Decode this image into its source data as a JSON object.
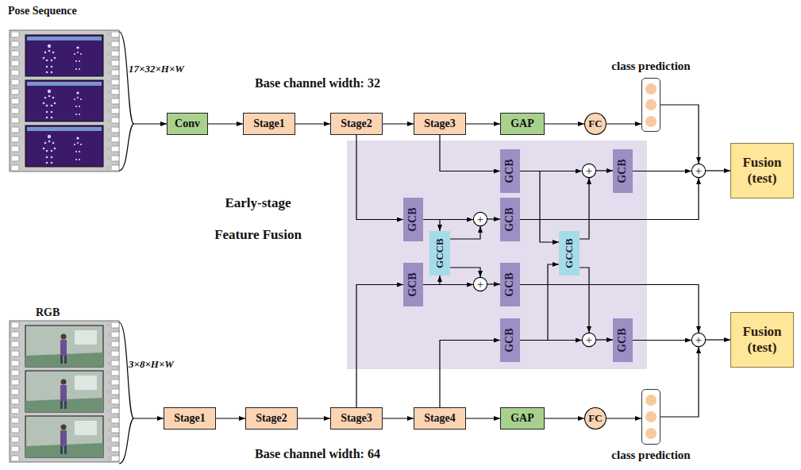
{
  "diagram": {
    "nodes": [
      {
        "text": [
          "Conv"
        ]
      },
      {
        "text": [
          "Stage1"
        ]
      },
      {
        "text": [
          "Stage2"
        ]
      },
      {
        "text": [
          "Stage3"
        ]
      },
      {
        "text": [
          "GAP"
        ]
      },
      {
        "text": [
          "FC"
        ]
      },
      {
        "text": [
          "class prediction"
        ]
      },
      {
        "text": [
          "GCB"
        ]
      },
      {
        "text": [
          "+"
        ]
      },
      {
        "text": [
          "GCB"
        ]
      },
      {
        "text": [
          "GCB"
        ]
      },
      {
        "text": [
          "+"
        ]
      },
      {
        "text": [
          "GCB"
        ]
      },
      {
        "text": [
          "GCCB"
        ]
      },
      {
        "text": [
          "GCCB"
        ]
      },
      {
        "text": [
          "GCB"
        ]
      },
      {
        "text": [
          "+"
        ]
      },
      {
        "text": [
          "GCB"
        ]
      },
      {
        "text": [
          "GCB"
        ]
      },
      {
        "text": [
          "+"
        ]
      },
      {
        "text": [
          "GCB"
        ]
      },
      {
        "text": [
          "+"
        ]
      },
      {
        "text": [
          "Fusion (test)"
        ]
      },
      {
        "text": [
          "+"
        ]
      },
      {
        "text": [
          "Fusion (test)"
        ]
      },
      {
        "text": [
          "Stage1"
        ]
      },
      {
        "text": [
          "Stage2"
        ]
      },
      {
        "text": [
          "Stage3"
        ]
      },
      {
        "text": [
          "Stage4"
        ]
      },
      {
        "text": [
          "GAP"
        ]
      },
      {
        "text": [
          "FC"
        ]
      },
      {
        "text": [
          "class prediction"
        ]
      }
    ],
    "edges": [
      {
        "from": 0,
        "to": 1,
        "arrow": "to"
      },
      {
        "from": 1,
        "to": 2,
        "arrow": "to"
      },
      {
        "from": 2,
        "to": 3,
        "arrow": "to"
      },
      {
        "from": 3,
        "to": 4,
        "arrow": "to"
      },
      {
        "from": 4,
        "to": 5,
        "arrow": "to"
      },
      {
        "from": 5,
        "to": 6,
        "arrow": "to"
      },
      {
        "from": 6,
        "to": 21,
        "arrow": "to"
      },
      {
        "from": 21,
        "to": 22,
        "arrow": "to"
      },
      {
        "from": 2,
        "to": 10,
        "arrow": "to"
      },
      {
        "from": 3,
        "to": 7,
        "arrow": "to"
      },
      {
        "from": 7,
        "to": 8,
        "arrow": "to"
      },
      {
        "from": 8,
        "to": 9,
        "arrow": "to"
      },
      {
        "from": 9,
        "to": 21,
        "arrow": "to"
      },
      {
        "from": 7,
        "to": 14,
        "arrow": "to"
      },
      {
        "from": 10,
        "to": 11,
        "arrow": "to"
      },
      {
        "from": 10,
        "to": 13,
        "arrow": "to"
      },
      {
        "from": 11,
        "to": 12,
        "arrow": "to"
      },
      {
        "from": 12,
        "to": 21,
        "arrow": "to"
      },
      {
        "from": 13,
        "to": 11,
        "arrow": "to"
      },
      {
        "from": 13,
        "to": 16,
        "arrow": "to"
      },
      {
        "from": 14,
        "to": 8,
        "arrow": "to"
      },
      {
        "from": 14,
        "to": 19,
        "arrow": "to"
      },
      {
        "from": 15,
        "to": 16,
        "arrow": "to"
      },
      {
        "from": 15,
        "to": 13,
        "arrow": "to"
      },
      {
        "from": 16,
        "to": 17,
        "arrow": "to"
      },
      {
        "from": 17,
        "to": 23,
        "arrow": "to"
      },
      {
        "from": 18,
        "to": 19,
        "arrow": "to"
      },
      {
        "from": 18,
        "to": 14,
        "arrow": "to"
      },
      {
        "from": 19,
        "to": 20,
        "arrow": "to"
      },
      {
        "from": 20,
        "to": 23,
        "arrow": "to"
      },
      {
        "from": 23,
        "to": 24,
        "arrow": "to"
      },
      {
        "from": 25,
        "to": 26,
        "arrow": "to"
      },
      {
        "from": 26,
        "to": 27,
        "arrow": "to"
      },
      {
        "from": 27,
        "to": 28,
        "arrow": "to"
      },
      {
        "from": 28,
        "to": 29,
        "arrow": "to"
      },
      {
        "from": 29,
        "to": 30,
        "arrow": "to"
      },
      {
        "from": 30,
        "to": 31,
        "arrow": "to"
      },
      {
        "from": 31,
        "to": 23,
        "arrow": "to"
      },
      {
        "from": 27,
        "to": 15,
        "arrow": "to"
      },
      {
        "from": 28,
        "to": 18,
        "arrow": "to"
      }
    ],
    "labels": [
      "Pose Sequence",
      "17×32×H×W",
      "Base channel width: 32",
      "Early-stage Feature Fusion",
      "RGB",
      "3×8×H×W",
      "Base channel width: 64"
    ]
  }
}
